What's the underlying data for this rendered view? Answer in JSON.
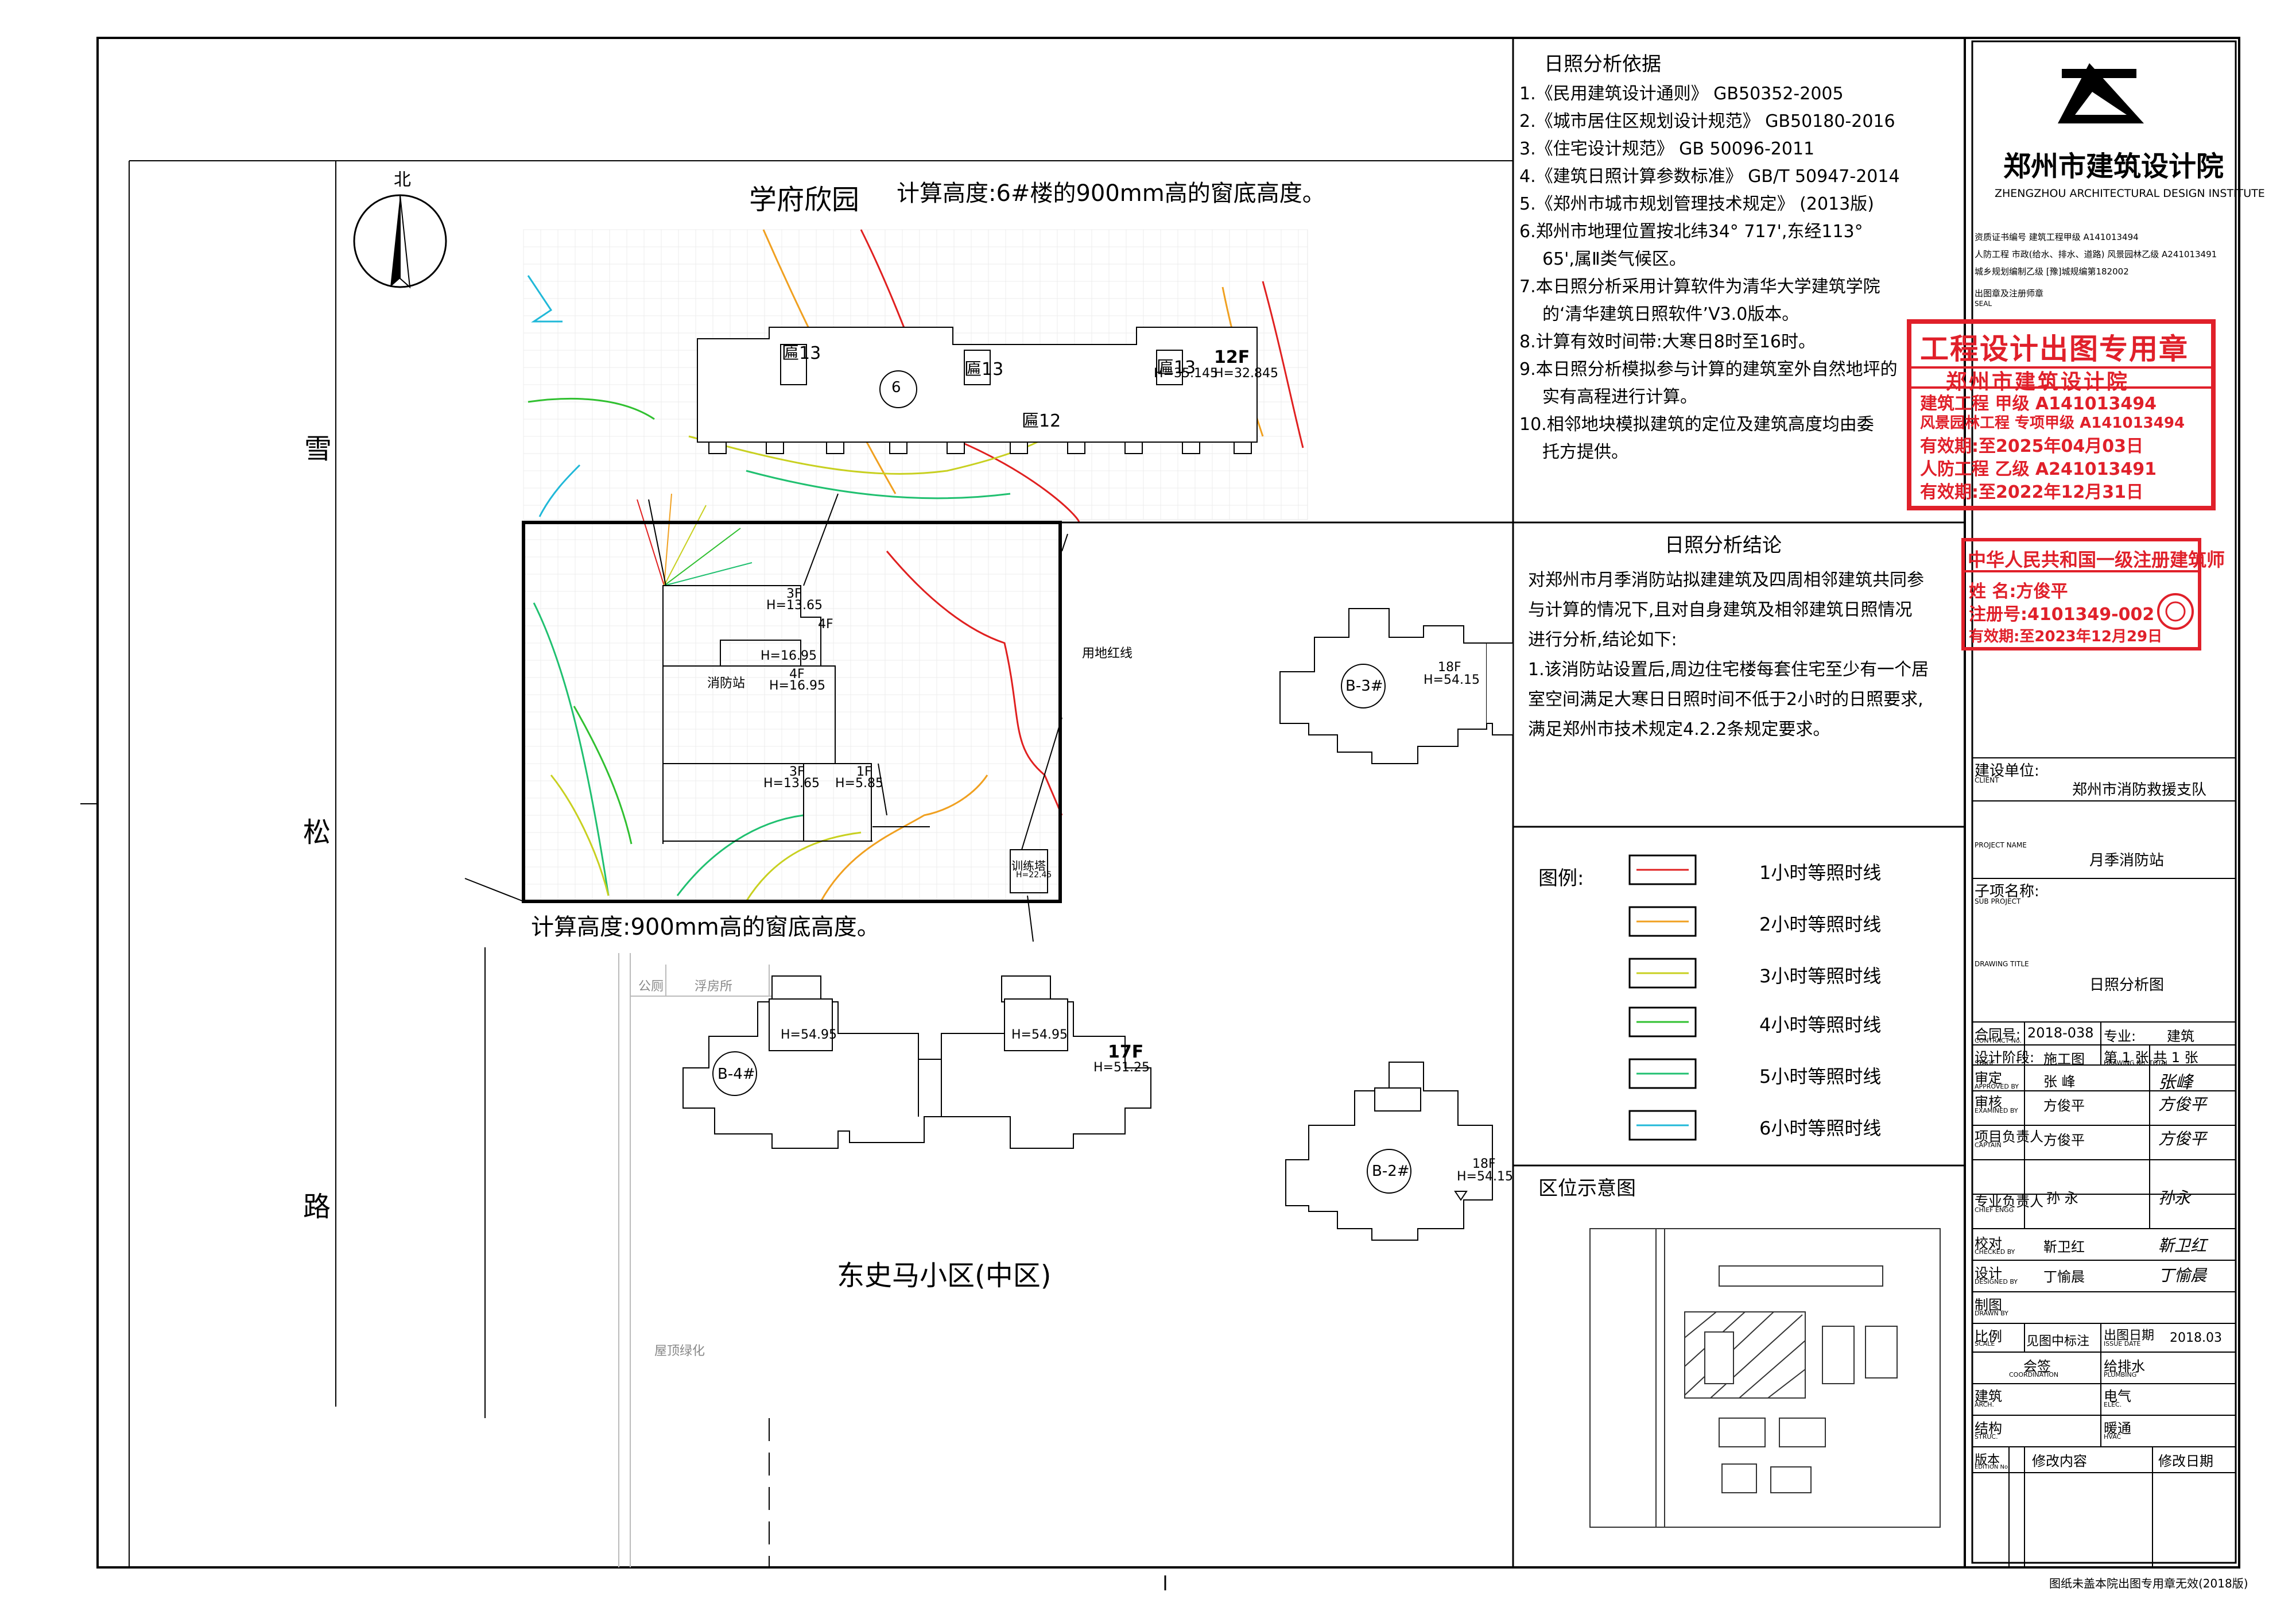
{
  "site": {
    "north_label": "北",
    "neighborhood_north": "学府欣园",
    "calc_height_note_top": "计算高度:6#楼的900mm高的窗底高度。",
    "calc_height_note_bottom": "计算高度:900mm高的窗底高度。",
    "road_chars": [
      "雪",
      "松",
      "路"
    ],
    "neighborhood_south": "东史马小区(中区)",
    "boundary_label": "用地红线",
    "toilet_label": "公厕",
    "police_label": "浮房所",
    "green_label": "屋顶绿化",
    "training_tower": "训练塔",
    "training_tower_h": "H=22.45",
    "building6": {
      "circle": "6",
      "floors": "12F",
      "h": "H=32.845",
      "h2": "H=35.145",
      "lbl_a": "匾13",
      "lbl_b": "匾13",
      "lbl_c": "匾13",
      "lbl_d": "匾12"
    },
    "station": {
      "name": "消防站",
      "b1_floors": "3F",
      "b1_h": "H=13.65",
      "b2_floors": "4F",
      "b2_h": "H=16.95",
      "b2_h2": "H=16.95",
      "b3_floors": "3F",
      "b3_h": "H=13.65",
      "b4_floors": "1F",
      "b4_h": "H=5.85",
      "b5_floors": "4F"
    },
    "b3": {
      "name": "B-3#",
      "floors": "18F",
      "h": "H=54.15"
    },
    "b2": {
      "name": "B-2#",
      "floors": "18F",
      "h": "H=54.15"
    },
    "b4": {
      "name": "B-4#",
      "floors": "17F",
      "h1": "H=54.95",
      "h2": "H=54.95",
      "h3": "H=51.25"
    }
  },
  "basis": {
    "heading": "日照分析依据",
    "items": [
      "1.《民用建筑设计通则》 GB50352-2005",
      "2.《城市居住区规划设计规范》 GB50180-2016",
      "3.《住宅设计规范》 GB 50096-2011",
      "4.《建筑日照计算参数标准》 GB/T 50947-2014",
      "5.《郑州市城市规划管理技术规定》 (2013版)",
      "6.郑州市地理位置按北纬34° 717',东经113°",
      "65',属Ⅱ类气候区。",
      "7.本日照分析采用计算软件为清华大学建筑学院",
      "的‘清华建筑日照软件’V3.0版本。",
      "8.计算有效时间带:大寒日8时至16时。",
      "9.本日照分析模拟参与计算的建筑室外自然地坪的",
      "实有高程进行计算。",
      "10.相邻地块模拟建筑的定位及建筑高度均由委",
      "托方提供。"
    ]
  },
  "conclusion": {
    "heading": "日照分析结论",
    "lines": [
      "对郑州市月季消防站拟建建筑及四周相邻建筑共同参",
      "与计算的情况下,且对自身建筑及相邻建筑日照情况",
      "进行分析,结论如下:",
      "1.该消防站设置后,周边住宅楼每套住宅至少有一个居",
      "室空间满足大寒日日照时间不低于2小时的日照要求,",
      "满足郑州市技术规定4.2.2条规定要求。"
    ]
  },
  "legend": {
    "heading": "图例:",
    "items": [
      {
        "label": "1小时等照时线",
        "color": "#e02020"
      },
      {
        "label": "2小时等照时线",
        "color": "#f0a020"
      },
      {
        "label": "3小时等照时线",
        "color": "#c8d020"
      },
      {
        "label": "4小时等照时线",
        "color": "#30c030"
      },
      {
        "label": "5小时等照时线",
        "color": "#20c070"
      },
      {
        "label": "6小时等照时线",
        "color": "#20b8d8"
      }
    ]
  },
  "location": {
    "heading": "区位示意图"
  },
  "title_block": {
    "institute_cn": "郑州市建筑设计院",
    "institute_en": "ZHENGZHOU ARCHITECTURAL DESIGN INSTITUTE",
    "quals": [
      "资质证书编号    建筑工程甲级 A141013494",
      "人防工程 市政(给水、排水、道路) 风景园林乙级 A241013491",
      "城乡规划编制乙级 [豫]城规编第182002"
    ],
    "seal_area_label": "出图章及注册师章",
    "seal_area_label_en": "SEAL",
    "stamp1": {
      "title": "工程设计出图专用章",
      "org": "郑州市建筑设计院",
      "l1": "建筑工程  甲级  A141013494",
      "l2": "风景园林工程  专项甲级  A141013494",
      "l3": "有效期:至2025年04月03日",
      "l4": "人防工程  乙级  A241013491",
      "l5": "有效期:至2022年12月31日"
    },
    "stamp2": {
      "title": "中华人民共和国一级注册建筑师",
      "name": "姓  名:方俊平",
      "no": "注册号:4101349-002",
      "valid": "有效期:至2023年12月29日"
    },
    "client_label": "建设单位:",
    "client_label_en": "CLIENT",
    "client": "郑州市消防救援支队",
    "project_label": "PROJECT NAME",
    "project": "月季消防站",
    "sub_label": "子项名称:",
    "sub_label_en": "SUB PROJECT",
    "drawing_title_label": "DRAWING TITLE",
    "drawing_title": "日照分析图",
    "contract_label": "合同号:",
    "contract_label_en": "CONTRACT No.",
    "contract": "2018-038",
    "major_label": "专业:",
    "major": "建筑",
    "stage_label": "设计阶段:",
    "stage_label_en": "STAGE",
    "stage": "施工图",
    "sheet_no": "第 1 张 共 1 张",
    "sheet_en": "DRAWING No.       TOTAL",
    "roles": [
      {
        "cn": "审定",
        "en": "APPROVED BY",
        "name": "张  峰",
        "sign": "张峰"
      },
      {
        "cn": "审核",
        "en": "EXAMINED BY",
        "name": "方俊平",
        "sign": "方俊平"
      },
      {
        "cn": "项目负责人",
        "en": "CAPTAIN",
        "name": "方俊平",
        "sign": "方俊平"
      },
      {
        "cn": "专业负责人",
        "en": "CHIEF ENGG",
        "name": "孙  永",
        "sign": "孙永"
      },
      {
        "cn": "校对",
        "en": "CHECKED BY",
        "name": "靳卫红",
        "sign": "靳卫红"
      },
      {
        "cn": "设计",
        "en": "DESIGNED BY",
        "name": "丁愉晨",
        "sign": "丁愉晨"
      },
      {
        "cn": "制图",
        "en": "DRAWN BY",
        "name": "",
        "sign": ""
      }
    ],
    "scale_label": "比例",
    "scale_en": "SCALE",
    "scale": "见图中标注",
    "date_label": "出图日期",
    "date_en": "ISSUE DATE",
    "date": "2018.03",
    "sign_label": "会签",
    "sign_en": "COORDINATION",
    "disciplines": [
      {
        "cn": "建筑",
        "en": "ARCH."
      },
      {
        "cn": "给排水",
        "en": "PLUMBING"
      },
      {
        "cn": "结构",
        "en": "STRUC."
      },
      {
        "cn": "电气",
        "en": "ELEC."
      },
      {
        "cn": "暖通",
        "en": "HVAC"
      }
    ],
    "edition_label": "版本",
    "edition_en": "EDITION No.",
    "rev_content": "修改内容",
    "rev_date": "修改日期",
    "footer_note": "图纸未盖本院出图专用章无效(2018版)"
  }
}
